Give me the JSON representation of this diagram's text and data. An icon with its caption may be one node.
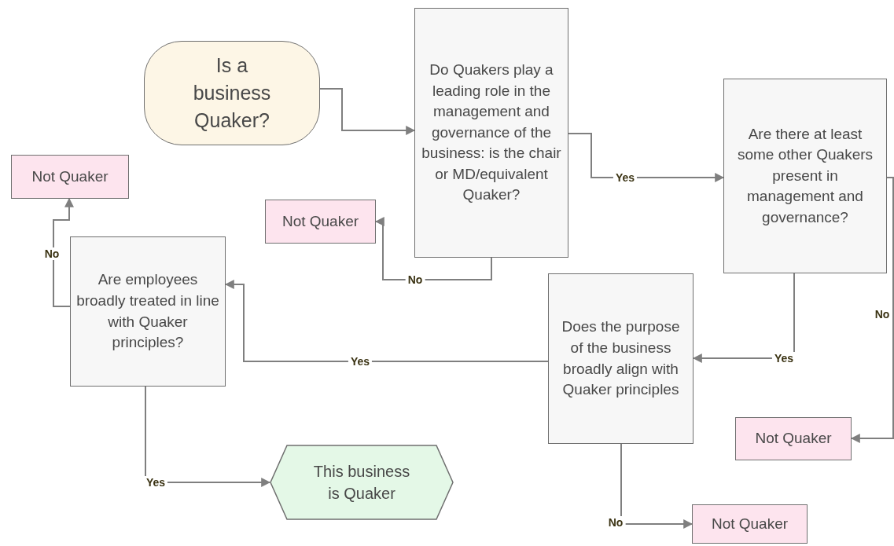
{
  "diagram": {
    "nodes": [
      {
        "text": [
          "Is a business Quaker?"
        ]
      },
      {
        "text": [
          "Do Quakers play a leading role in the management and governance of the business: is the chair or MD/equivalent Quaker?"
        ]
      },
      {
        "text": [
          "Are there at least some other Quakers present in management and governance?"
        ]
      },
      {
        "text": [
          "Not Quaker"
        ]
      },
      {
        "text": [
          "Not Quaker"
        ]
      },
      {
        "text": [
          "Are employees broadly treated in line with Quaker principles?"
        ]
      },
      {
        "text": [
          "Does the purpose of the business broadly align with Quaker principles"
        ]
      },
      {
        "text": [
          "Not Quaker"
        ]
      },
      {
        "text": [
          "This business is Quaker"
        ]
      },
      {
        "text": [
          "Not Quaker"
        ]
      }
    ],
    "edges": [
      {
        "from": 0,
        "to": 1,
        "arrow": "to"
      },
      {
        "from": 1,
        "to": 2,
        "arrow": "to",
        "label": "Yes"
      },
      {
        "from": 1,
        "to": 4,
        "arrow": "to",
        "label": "No"
      },
      {
        "from": 2,
        "to": 7,
        "arrow": "to",
        "label": "No"
      },
      {
        "from": 2,
        "to": 6,
        "arrow": "to",
        "label": "Yes"
      },
      {
        "from": 6,
        "to": 5,
        "arrow": "to",
        "label": "Yes"
      },
      {
        "from": 6,
        "to": 9,
        "arrow": "to",
        "label": "No"
      },
      {
        "from": 5,
        "to": 3,
        "arrow": "to",
        "label": "No"
      },
      {
        "from": 5,
        "to": 8,
        "arrow": "to",
        "label": "Yes"
      }
    ]
  }
}
